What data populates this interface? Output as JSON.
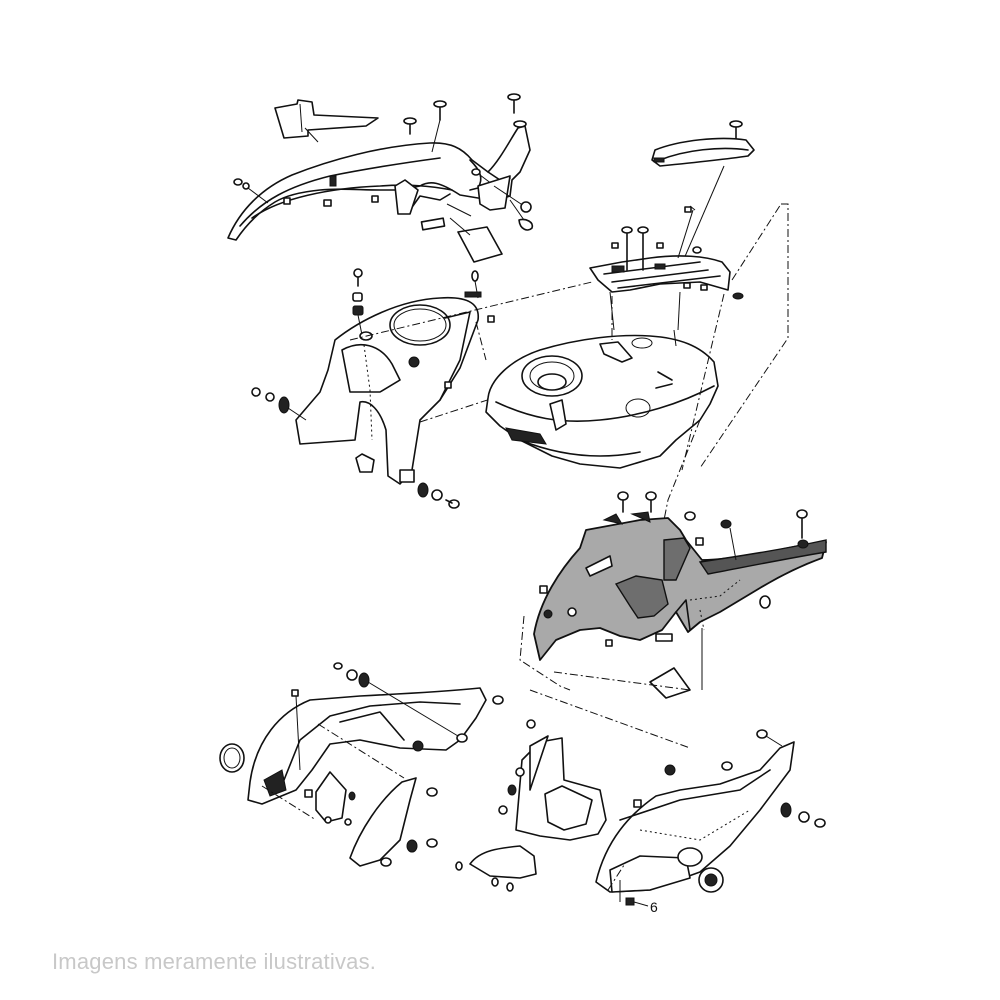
{
  "diagram": {
    "type": "exploded-parts-diagram",
    "subject": "motorcycle fuel tank and fairing assembly",
    "highlight_color": "#a9a9a9",
    "highlight_dark_color": "#6e6e6e",
    "line_color": "#111111",
    "background": "#ffffff",
    "highlighted_part": "side-fairing-panel",
    "callouts": [
      {
        "label": "6",
        "target": "clip-nut-lower-fairing"
      }
    ],
    "groups": [
      {
        "name": "upper-front-cowl",
        "position": "top-left"
      },
      {
        "name": "tank-top-cover",
        "position": "top-right"
      },
      {
        "name": "tank-cover-bracket",
        "position": "middle-left"
      },
      {
        "name": "fuel-tank",
        "position": "center"
      },
      {
        "name": "side-fairing-panel",
        "position": "center-right",
        "highlighted": true
      },
      {
        "name": "inner-front-cowl-frame",
        "position": "bottom-left"
      },
      {
        "name": "lower-fairing",
        "position": "bottom-right"
      }
    ]
  },
  "caption": "Imagens meramente ilustrativas."
}
